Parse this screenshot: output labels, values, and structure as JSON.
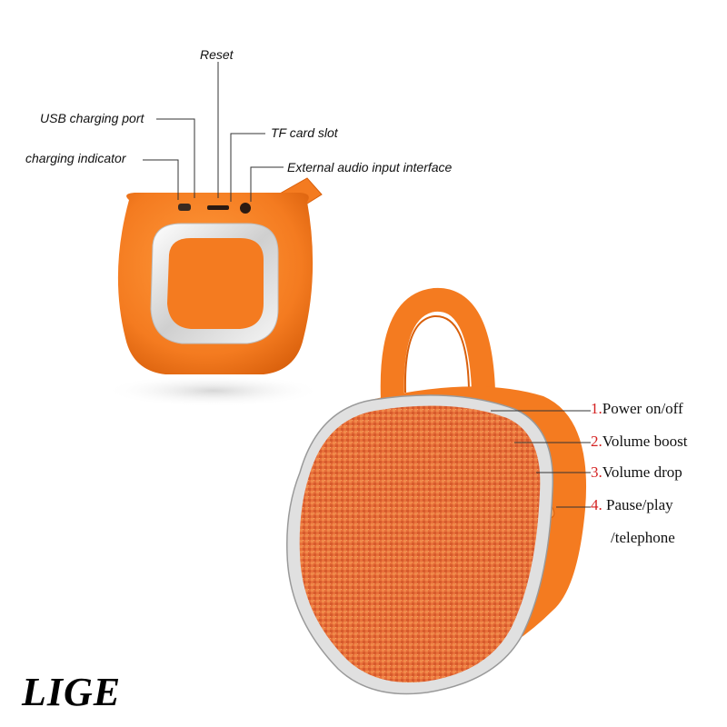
{
  "port_labels": {
    "reset": "Reset",
    "usb": "USB charging port",
    "tf": "TF card slot",
    "charging": "charging indicator",
    "audio": "External audio input interface"
  },
  "button_labels": [
    {
      "num": "1.",
      "text": "Power on/off"
    },
    {
      "num": "2.",
      "text": "Volume boost"
    },
    {
      "num": "3.",
      "text": "Volume drop"
    },
    {
      "num": "4.",
      "text": "Pause/play"
    }
  ],
  "button_label_extra": "/telephone",
  "brand": "LIGE",
  "colors": {
    "speaker_orange": "#f47b20",
    "fabric_orange": "#e8703a",
    "silver_ring": "#e6e6e6",
    "number_red": "#d42020"
  }
}
